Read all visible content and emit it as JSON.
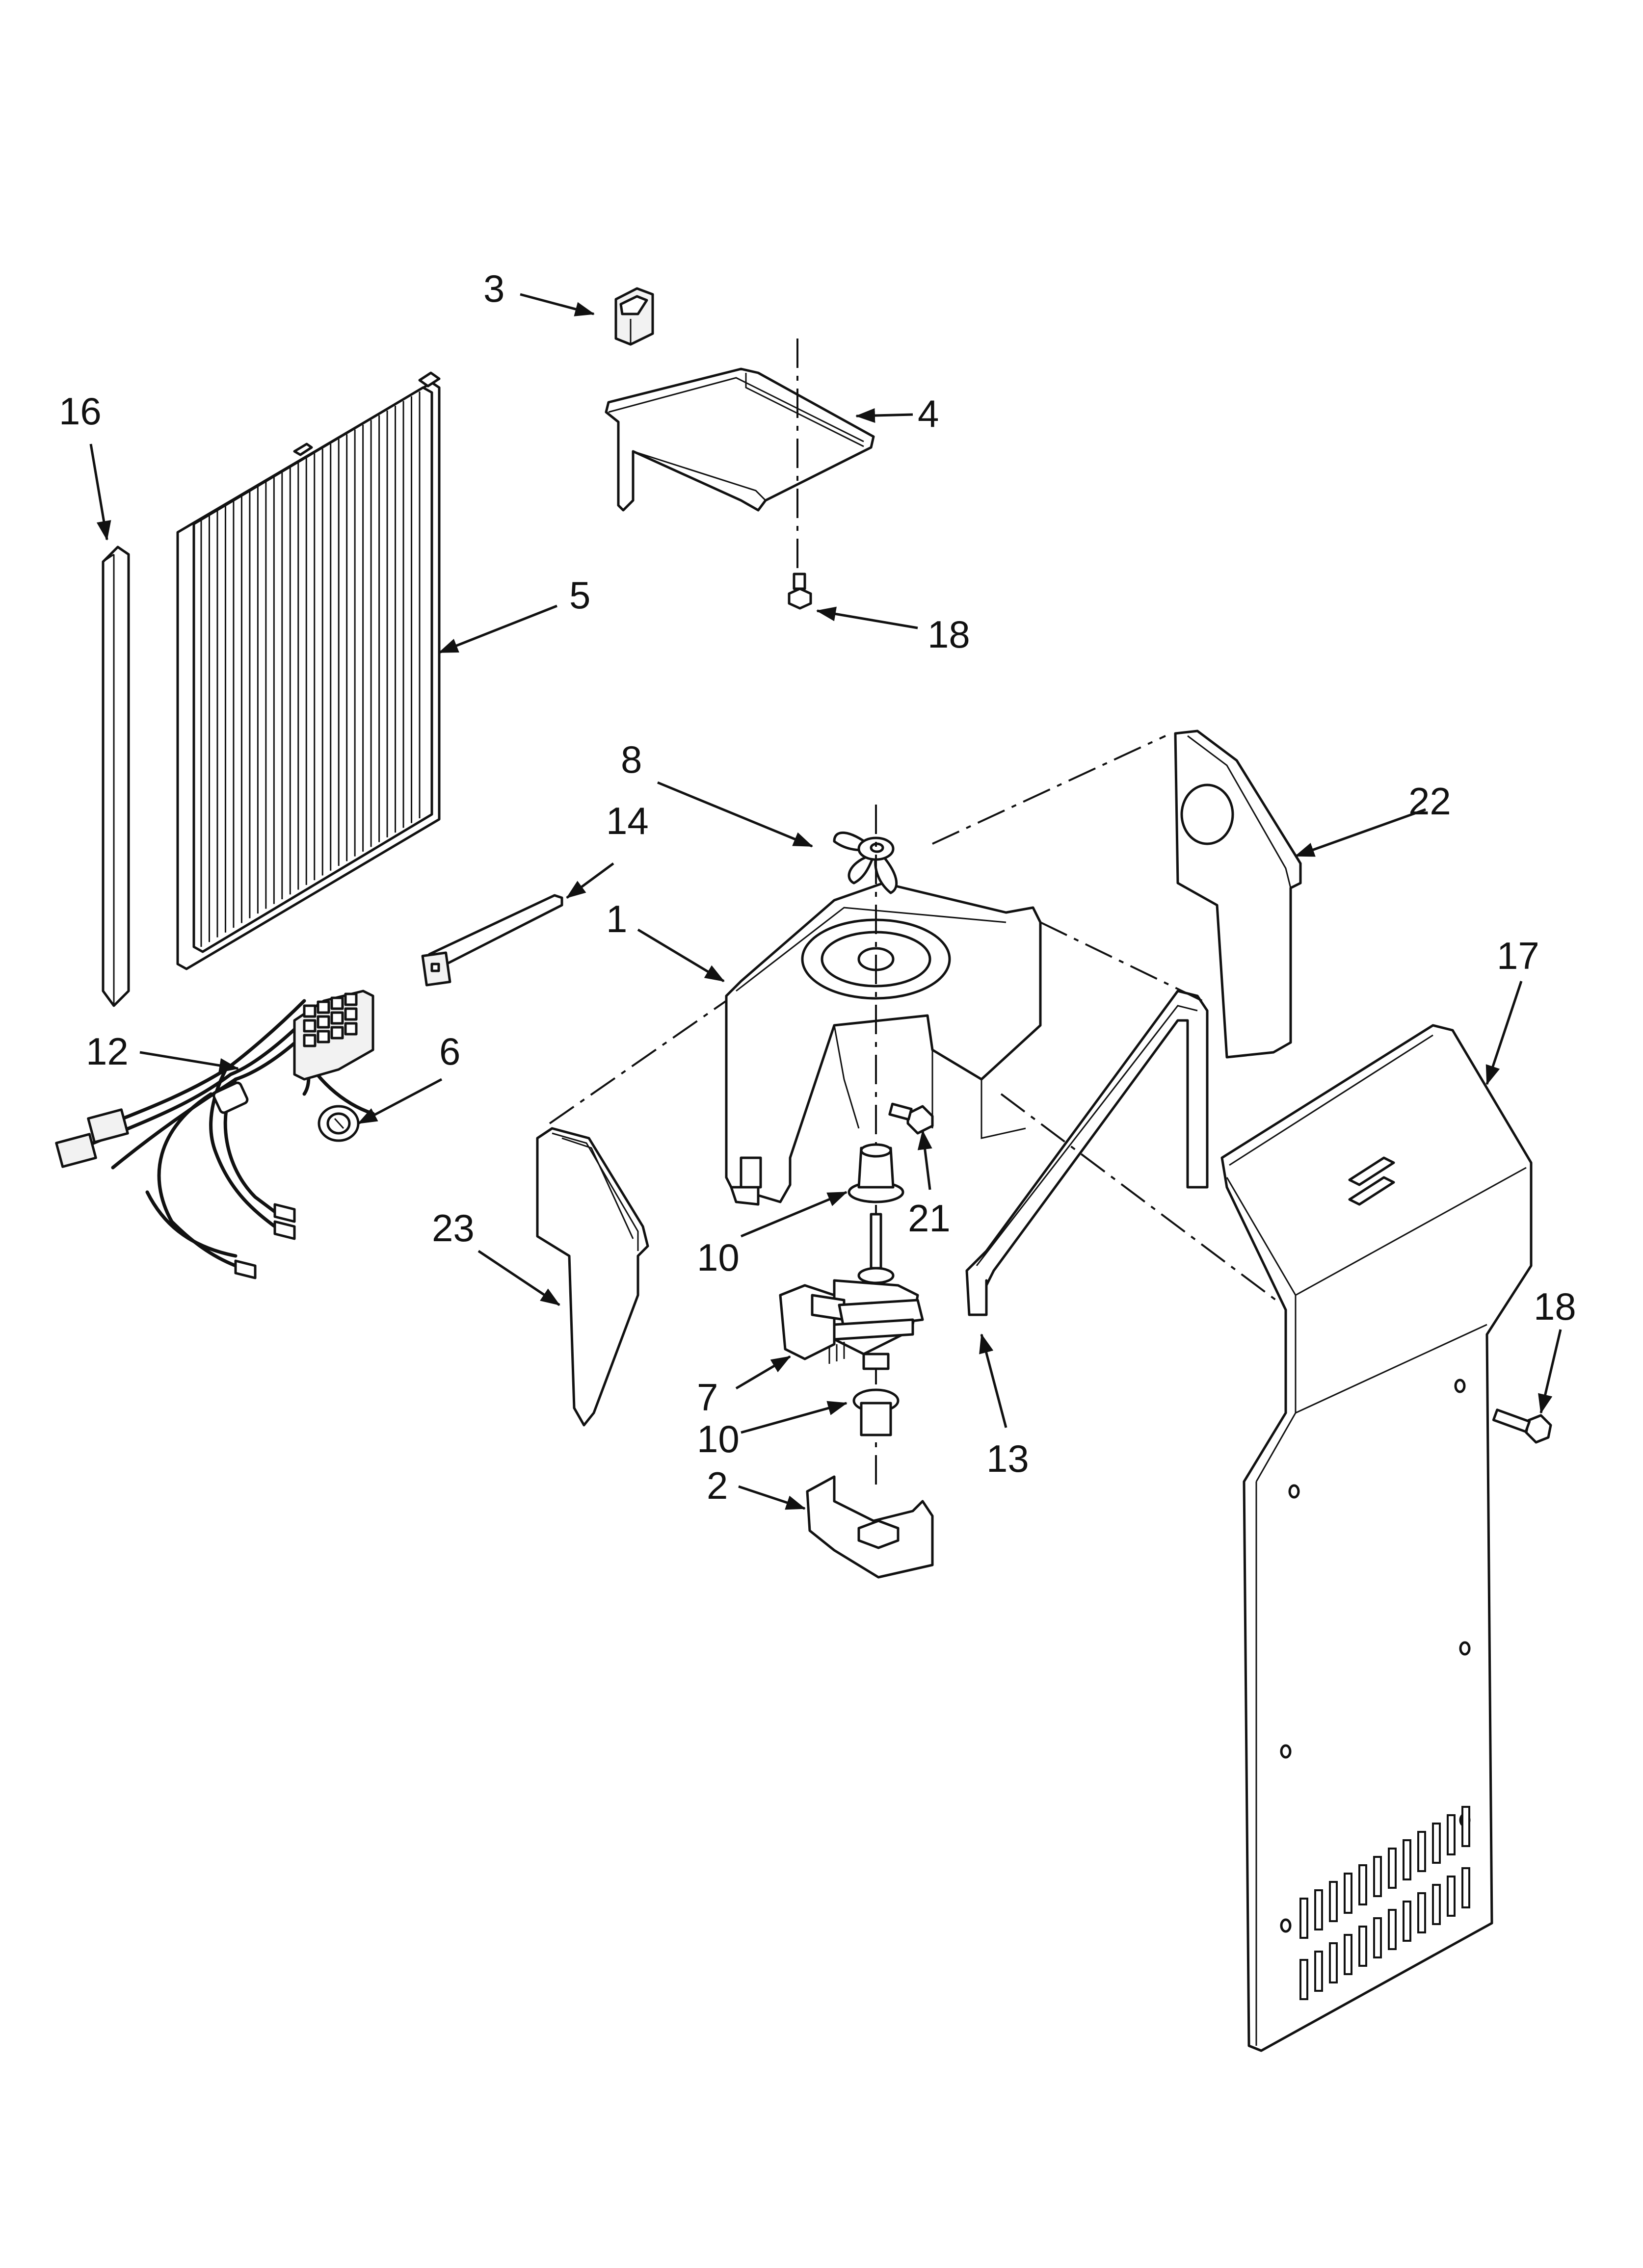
{
  "diagram": {
    "callouts": [
      "1",
      "2",
      "3",
      "4",
      "5",
      "6",
      "7",
      "8",
      "10",
      "10",
      "12",
      "13",
      "14",
      "16",
      "17",
      "18",
      "18",
      "21",
      "22",
      "23"
    ],
    "icons": [
      "arrowhead-marker"
    ]
  }
}
